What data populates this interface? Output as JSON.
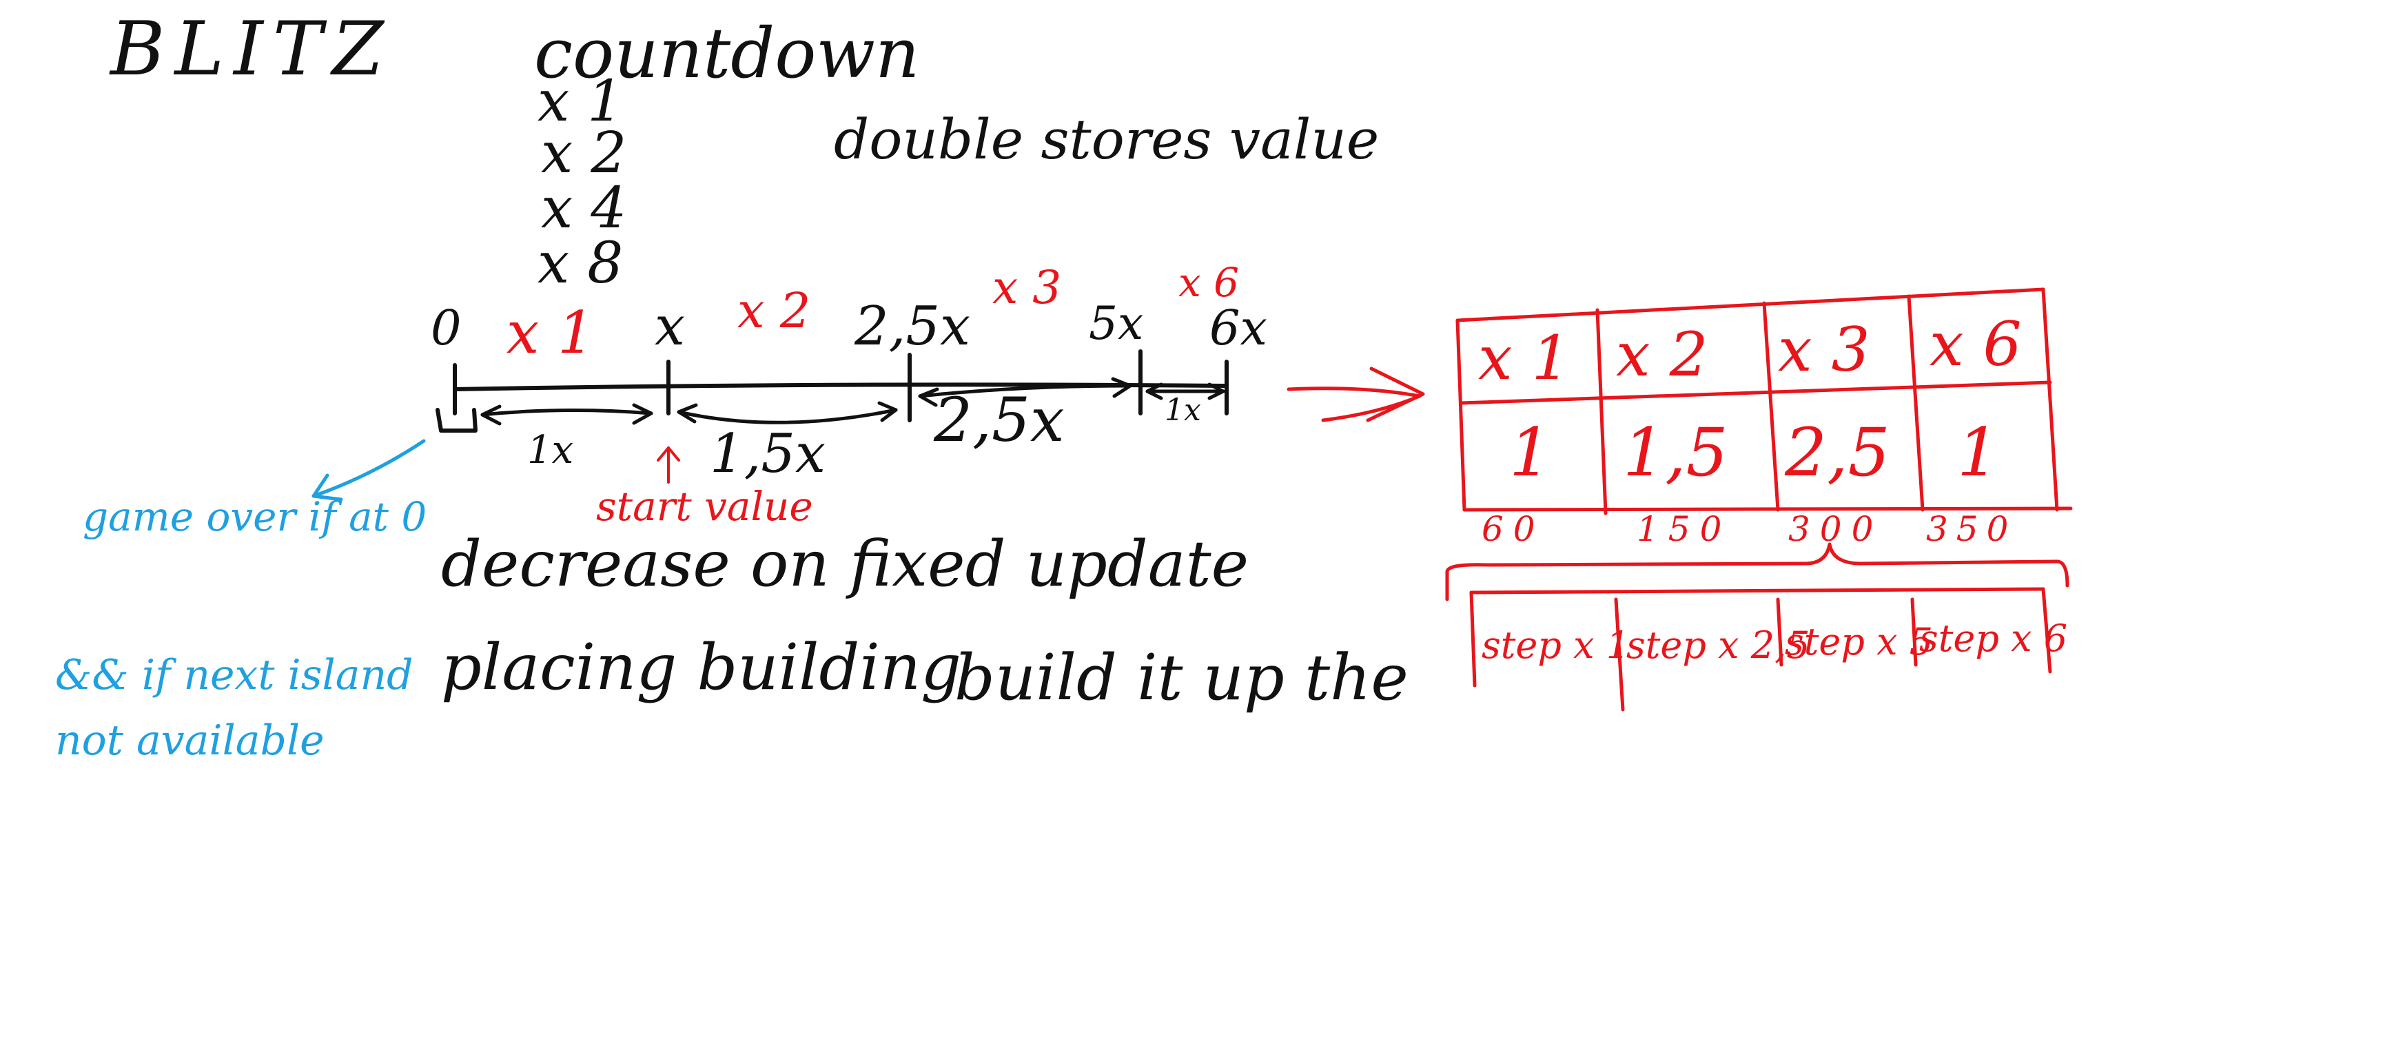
{
  "title": "BLITZ",
  "countdown": {
    "label": "countdown",
    "note": "double stores value",
    "multipliers": [
      "x 1",
      "x 2",
      "x 4",
      "x 8"
    ]
  },
  "timeline": {
    "top_labels": [
      "0",
      "x",
      "2,5x",
      "5x",
      "6x"
    ],
    "red_multipliers": [
      "x 1",
      "x 2",
      "x 3",
      "x 6"
    ],
    "segment_labels": [
      "1x",
      "1,5x",
      "2,5x",
      "1x"
    ],
    "start_value_note": "start value"
  },
  "notes_black": [
    "decrease on fixed update",
    "placing building",
    "build it up the"
  ],
  "notes_blue": [
    "game over if at 0",
    "&& if next island",
    "not available"
  ],
  "table": {
    "headers": [
      "x 1",
      "x 2",
      "x 3",
      "x 6"
    ],
    "values": [
      "1",
      "1,5",
      "2,5",
      "1"
    ],
    "thresholds": [
      "60",
      "150",
      "300",
      "350"
    ],
    "steps": [
      "step x 1",
      "step x 2,5",
      "step x 5",
      "step x 6"
    ]
  },
  "colors": {
    "ink": "#111111",
    "red": "#e8151b",
    "blue": "#1fa0e0",
    "background": "#ffffff"
  }
}
